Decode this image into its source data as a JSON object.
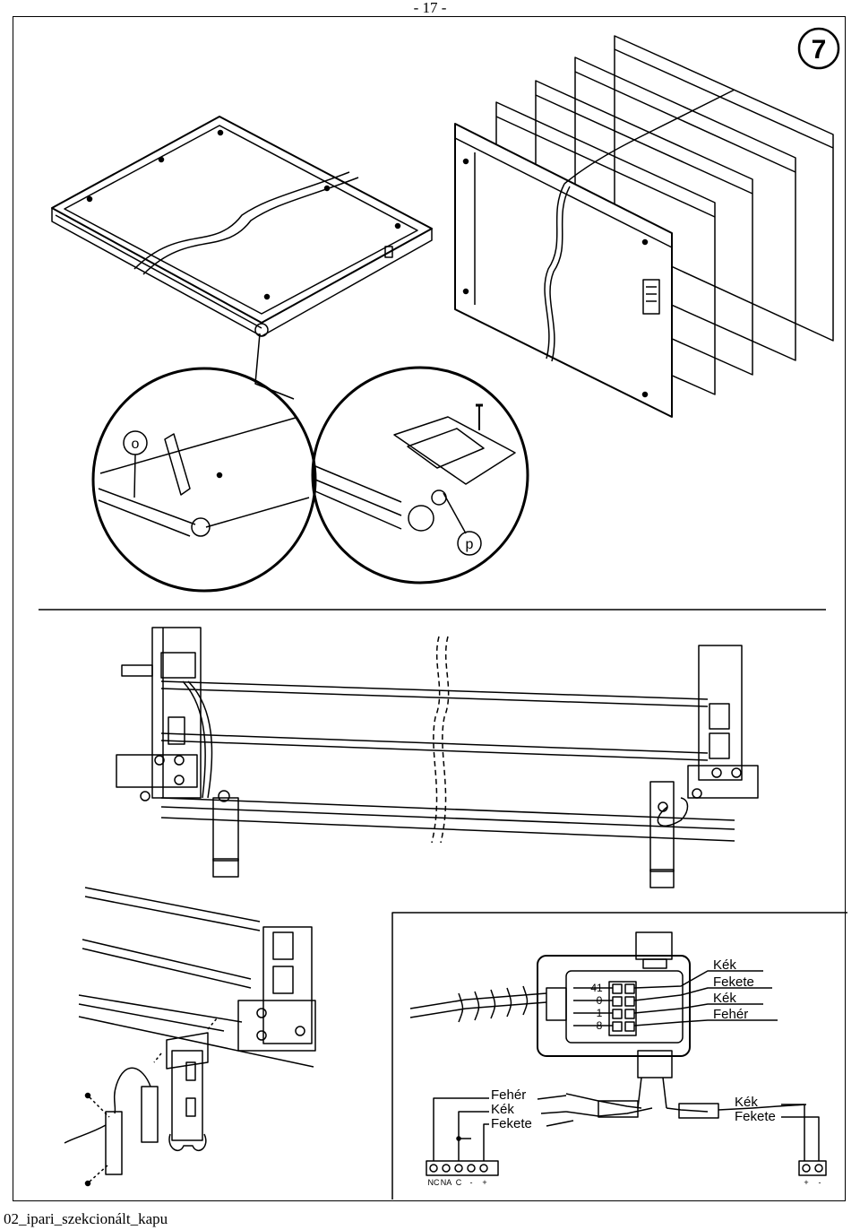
{
  "page_number": "- 17 -",
  "step_badge": "7",
  "callouts": {
    "left_detail": "o",
    "right_detail": "p"
  },
  "wiring": {
    "terminals_box": [
      "41",
      "0",
      "1",
      "8"
    ],
    "box_wire_labels": [
      "Kék",
      "Fekete",
      "Kék",
      "Fehér"
    ],
    "left_cable_labels": [
      "Fehér",
      "Kék",
      "Fekete"
    ],
    "right_cable_labels": [
      "Kék",
      "Fekete"
    ],
    "left_terminal_block": [
      "NC",
      "NA",
      "C",
      "-",
      "+"
    ],
    "right_terminal_block": [
      "+",
      "-"
    ]
  },
  "footer": "02_ipari_szekcionált_kapu"
}
